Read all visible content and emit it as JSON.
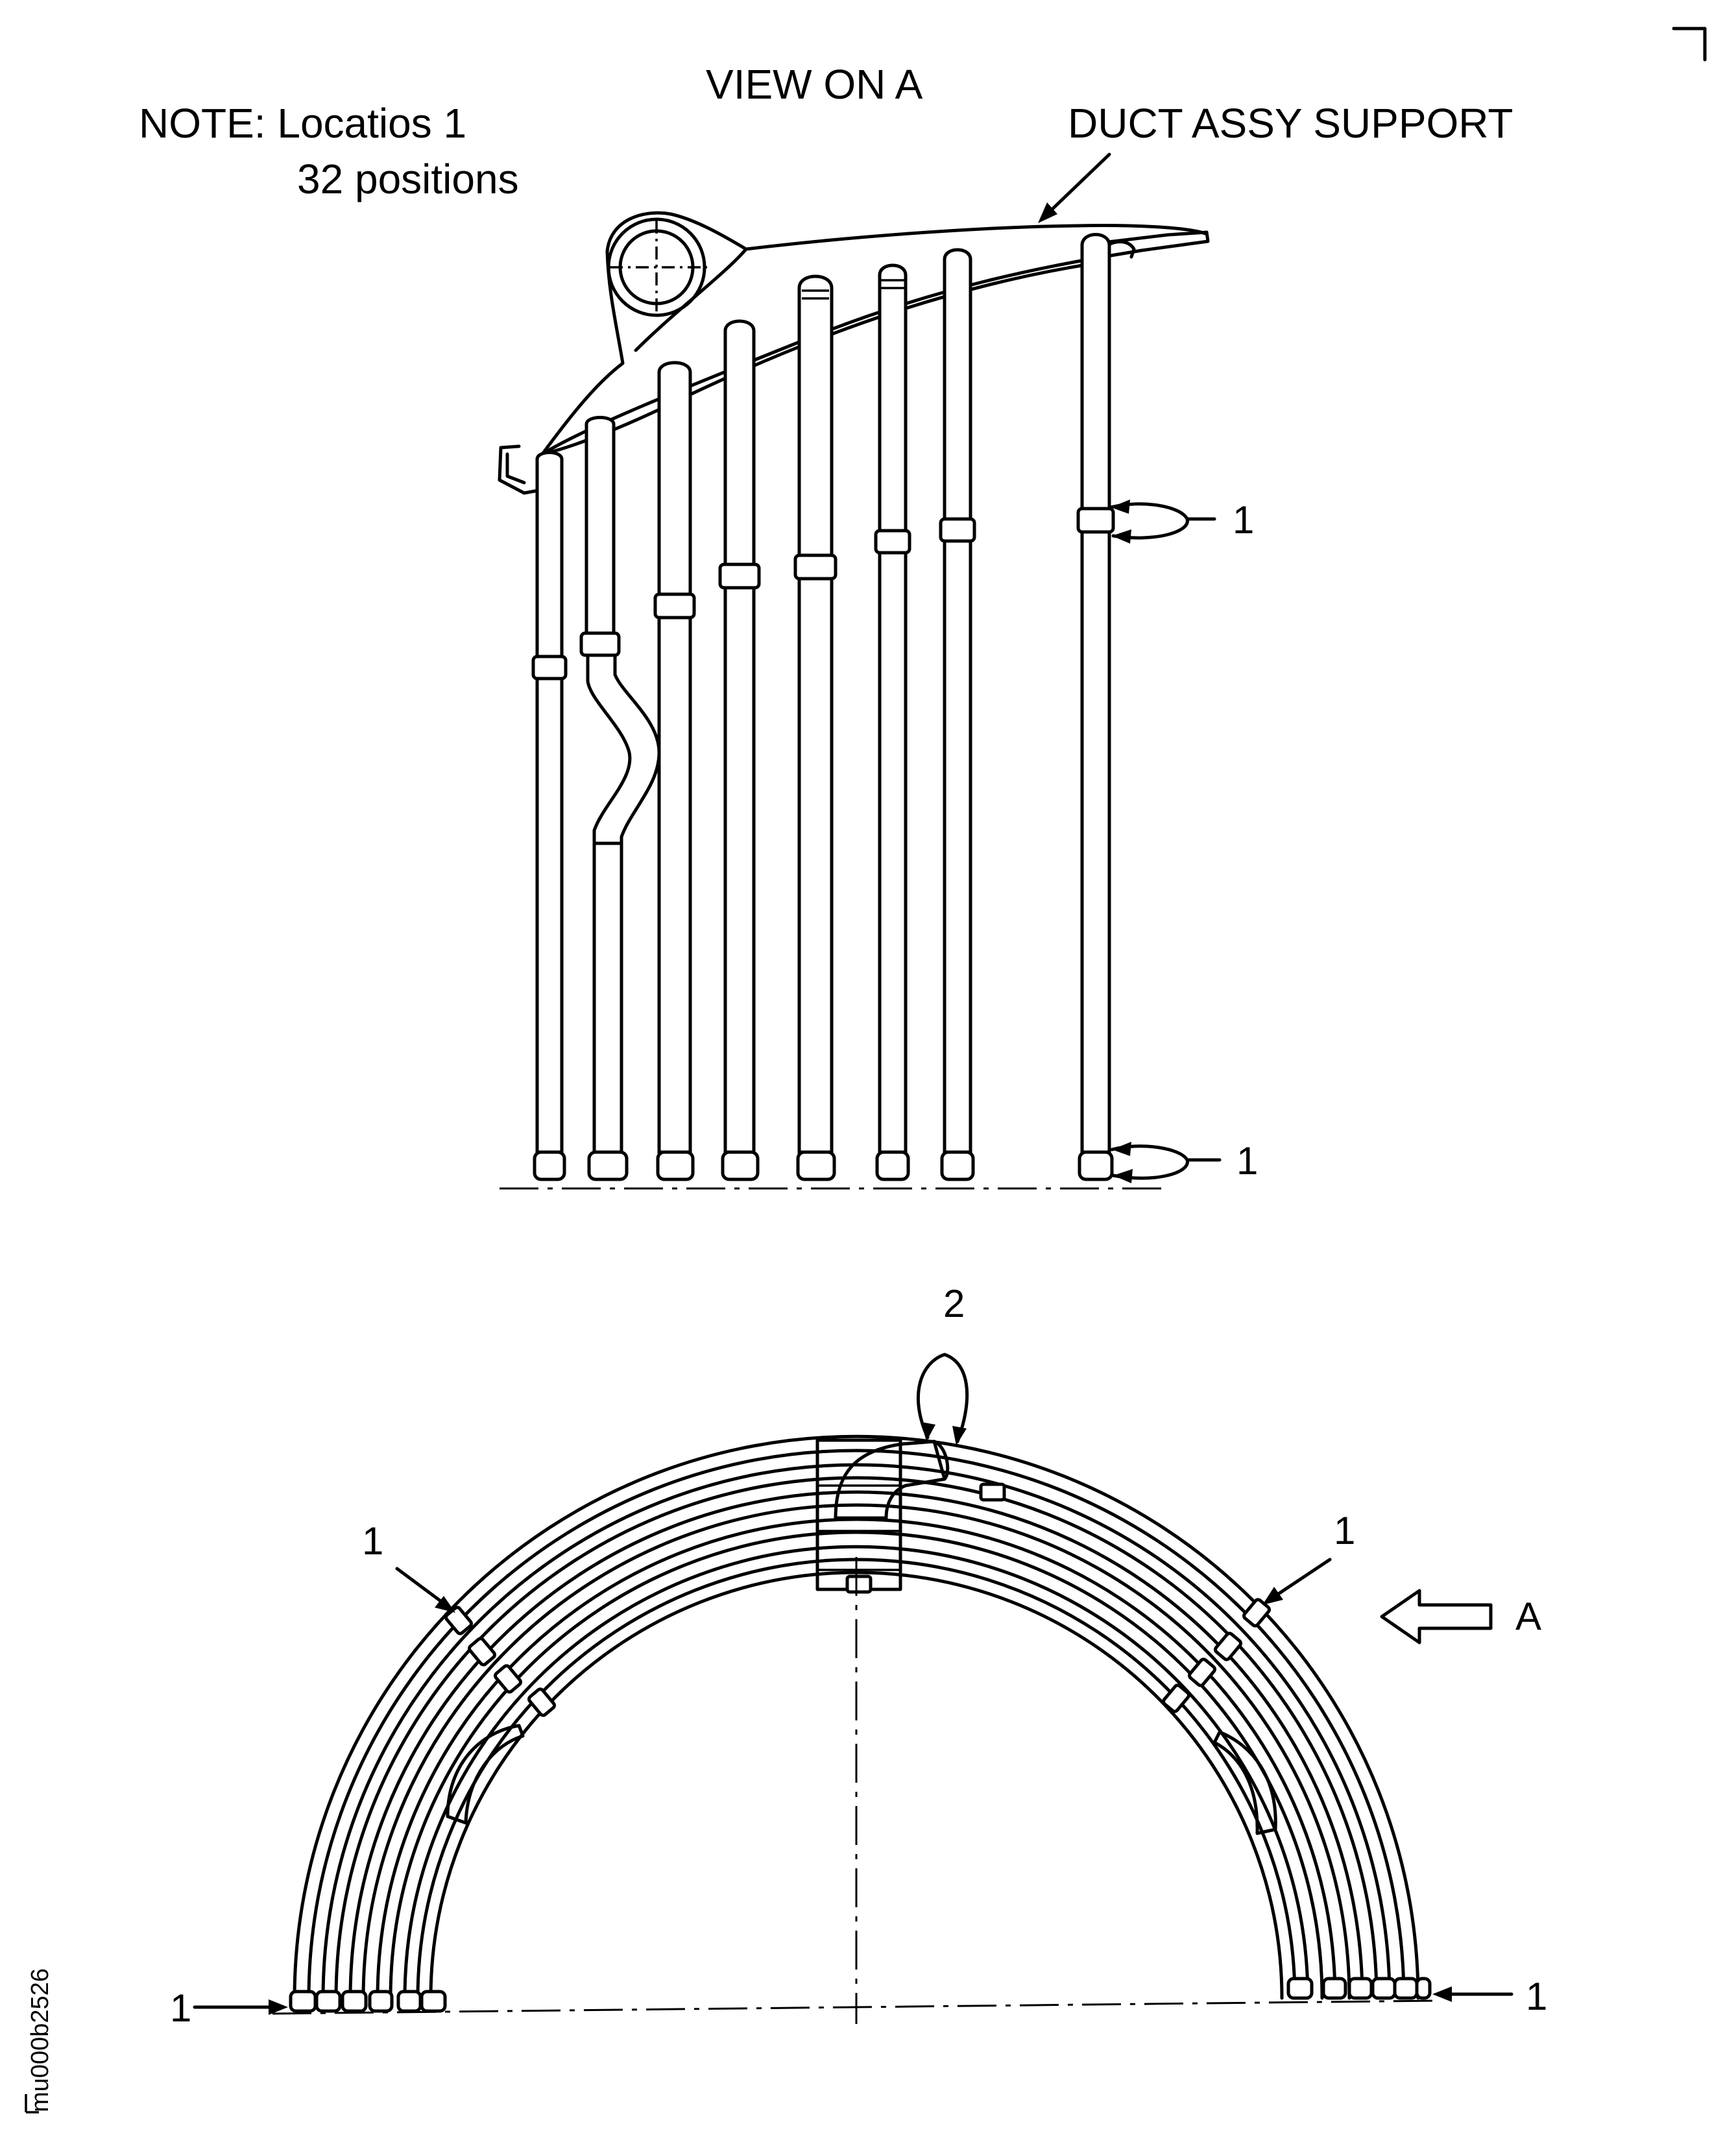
{
  "header": {
    "view_title": "VIEW ON A",
    "note_line1": "NOTE: Locatios 1",
    "note_line2": "32 positions",
    "support_label": "DUCT ASSY SUPPORT"
  },
  "callouts": {
    "upper_1a": "1",
    "upper_1b": "1",
    "lower_2": "2",
    "lower_1_left_top": "1",
    "lower_1_right_top": "1",
    "lower_1_left_bottom": "1",
    "lower_1_right_bottom": "1",
    "view_arrow": "A"
  },
  "figure_id": "mu000b2526",
  "colors": {
    "ink": "#000000",
    "paper": "#ffffff"
  }
}
